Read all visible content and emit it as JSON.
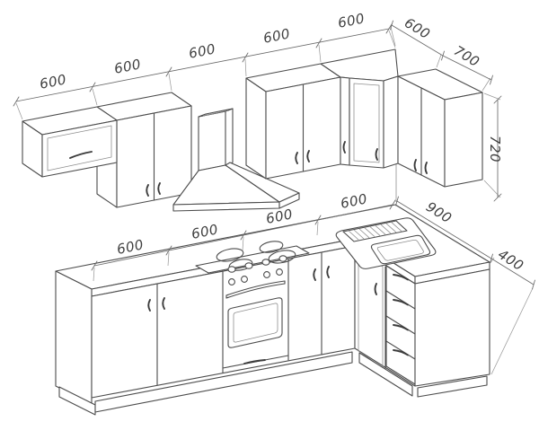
{
  "meta": {
    "background": "#ffffff",
    "line_color": "#4c4c4c",
    "dimension_color": "#6a6a6a",
    "text_color": "#3f3f3f",
    "units": "mm"
  },
  "dims": {
    "wall_segments": [
      "600",
      "600",
      "600",
      "600",
      "600"
    ],
    "wall_corner": "600",
    "wall_right_width": "700",
    "wall_cabinet_height": "720",
    "base_segments": [
      "600",
      "600",
      "600",
      "600"
    ],
    "base_right_depth": "900",
    "base_drawer_width": "400"
  }
}
